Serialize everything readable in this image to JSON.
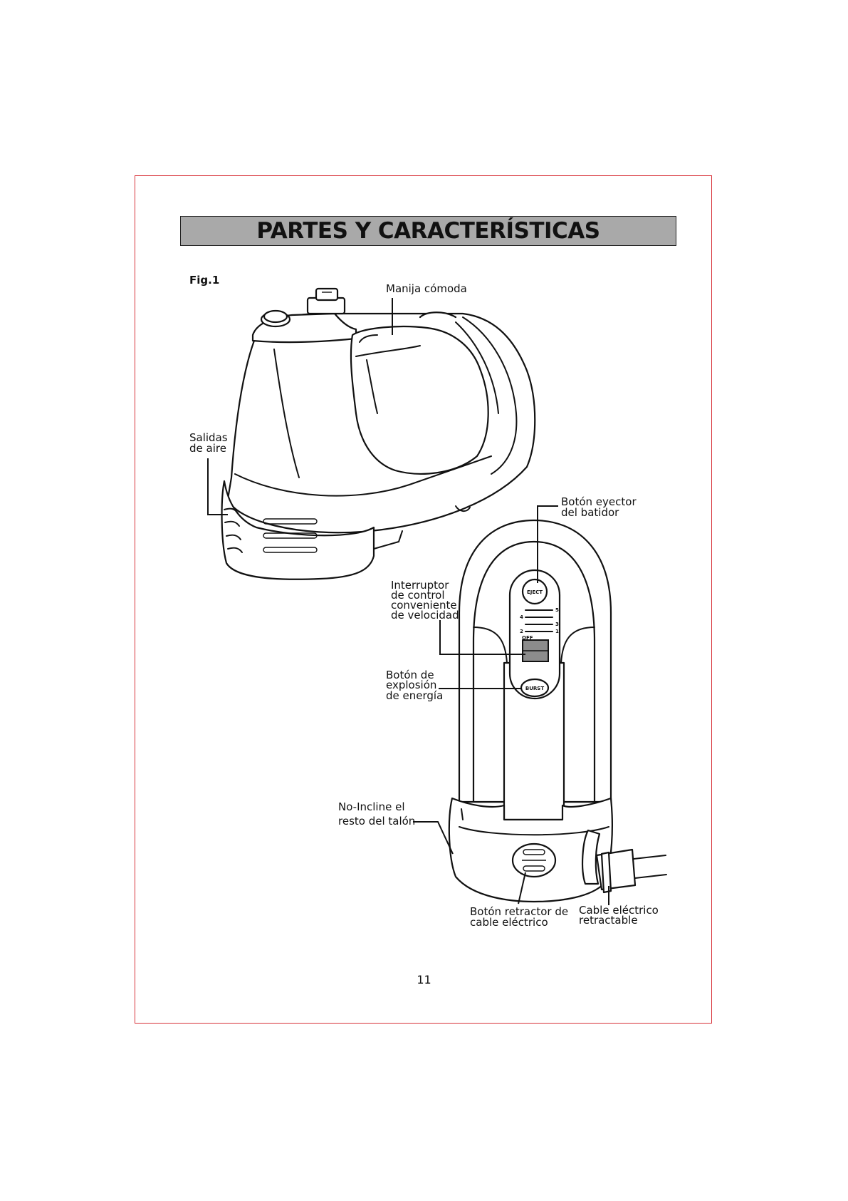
{
  "title": "PARTES Y CARACTERÍSTICAS",
  "figure_label": "Fig.1",
  "labels": {
    "handle": "Manija cómoda",
    "vents_line1": "Salidas",
    "vents_line2": "de aire",
    "eject_line1": "Botón eyector",
    "eject_line2": "del batidor",
    "speed_line1": "Interruptor",
    "speed_line2": "de control",
    "speed_line3": "conveniente",
    "speed_line4": "de velocidad",
    "burst_line1": "Botón de",
    "burst_line2": "explosión",
    "burst_line3": "de energía",
    "heel_line1": "No-Incline el",
    "heel_line2": "resto del talón",
    "retract_line1": "Botón retractor de",
    "retract_line2": "cable eléctrico",
    "cord_line1": "Cable eléctrico",
    "cord_line2": "retractable"
  },
  "device_text": {
    "eject": "EJECT",
    "burst": "BURST",
    "off": "OFF",
    "speeds": [
      "5",
      "4",
      "3",
      "2",
      "1"
    ]
  },
  "page_number": "11",
  "colors": {
    "frame": "#d8333a",
    "title_bar": "#a9a9a9"
  }
}
